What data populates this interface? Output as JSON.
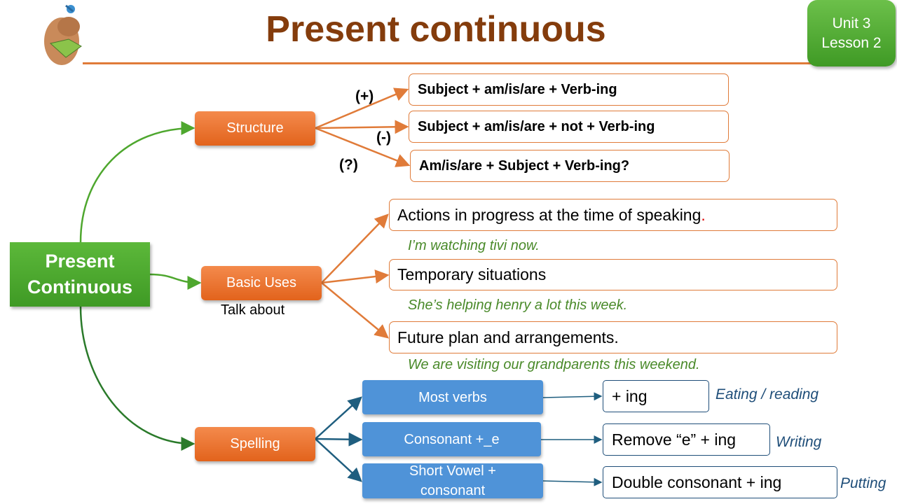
{
  "title": "Present continuous",
  "badge": {
    "line1": "Unit 3",
    "line2": "Lesson 2"
  },
  "root": {
    "line1": "Present",
    "line2": "Continuous"
  },
  "structure": {
    "label": "Structure",
    "signs": [
      "(+)",
      "(-)",
      "(?)"
    ],
    "formulas": [
      "Subject + am/is/are + Verb-ing",
      "Subject + am/is/are + not + Verb-ing",
      "Am/is/are + Subject + Verb-ing?"
    ]
  },
  "uses": {
    "label": "Basic Uses",
    "note": "Talk about",
    "items": [
      {
        "text": "Actions in progress at the time of speaking",
        "dot": ".",
        "example": "I’m watching tivi now."
      },
      {
        "text": "Temporary situations",
        "example": "She’s helping henry a lot this week."
      },
      {
        "text": "Future plan and arrangements.",
        "example": "We are visiting our grandparents this weekend."
      }
    ]
  },
  "spelling": {
    "label": "Spelling",
    "rules": [
      {
        "case": "Most verbs",
        "rule": "+ ing",
        "example": "Eating / reading"
      },
      {
        "case": "Consonant +_e",
        "rule": "Remove “e” + ing",
        "example": "Writing"
      },
      {
        "case": "Short Vowel + consonant",
        "rule": "Double consonant + ing",
        "example": "Putting"
      }
    ]
  },
  "colors": {
    "title": "#843C0C",
    "orange": "#E2631C",
    "green": "#4EA72E",
    "blue": "#4F93D8"
  }
}
